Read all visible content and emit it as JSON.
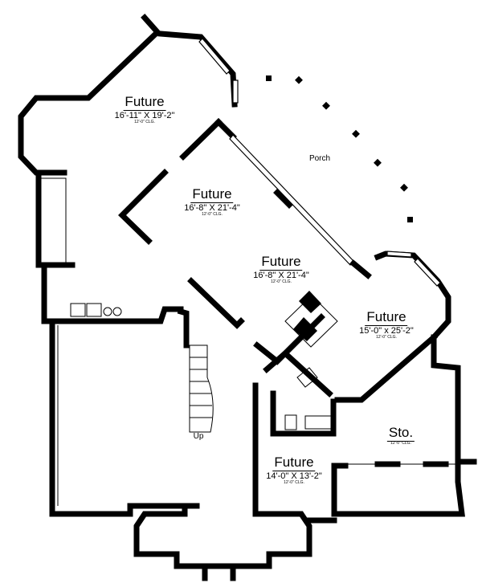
{
  "rooms": [
    {
      "name": "Future",
      "dims": "16'-11\" X 19'-2\"",
      "ceiling": "12'-0\" CLG."
    },
    {
      "name": "Future",
      "dims": "16'-8\" X 21'-4\"",
      "ceiling": "12'-0\" CLG."
    },
    {
      "name": "Future",
      "dims": "16'-8\" X 21'-4\"",
      "ceiling": "12'-0\" CLG."
    },
    {
      "name": "Future",
      "dims": "15'-0\" x 25'-2\"",
      "ceiling": "12'-0\" CLG."
    },
    {
      "name": "Sto.",
      "ceiling": "12'-0\" CLG."
    },
    {
      "name": "Future",
      "dims": "14'-0\" X 13'-2\"",
      "ceiling": "12'-0\" CLG."
    }
  ],
  "labels": {
    "porch": "Porch",
    "stair": "Up"
  }
}
